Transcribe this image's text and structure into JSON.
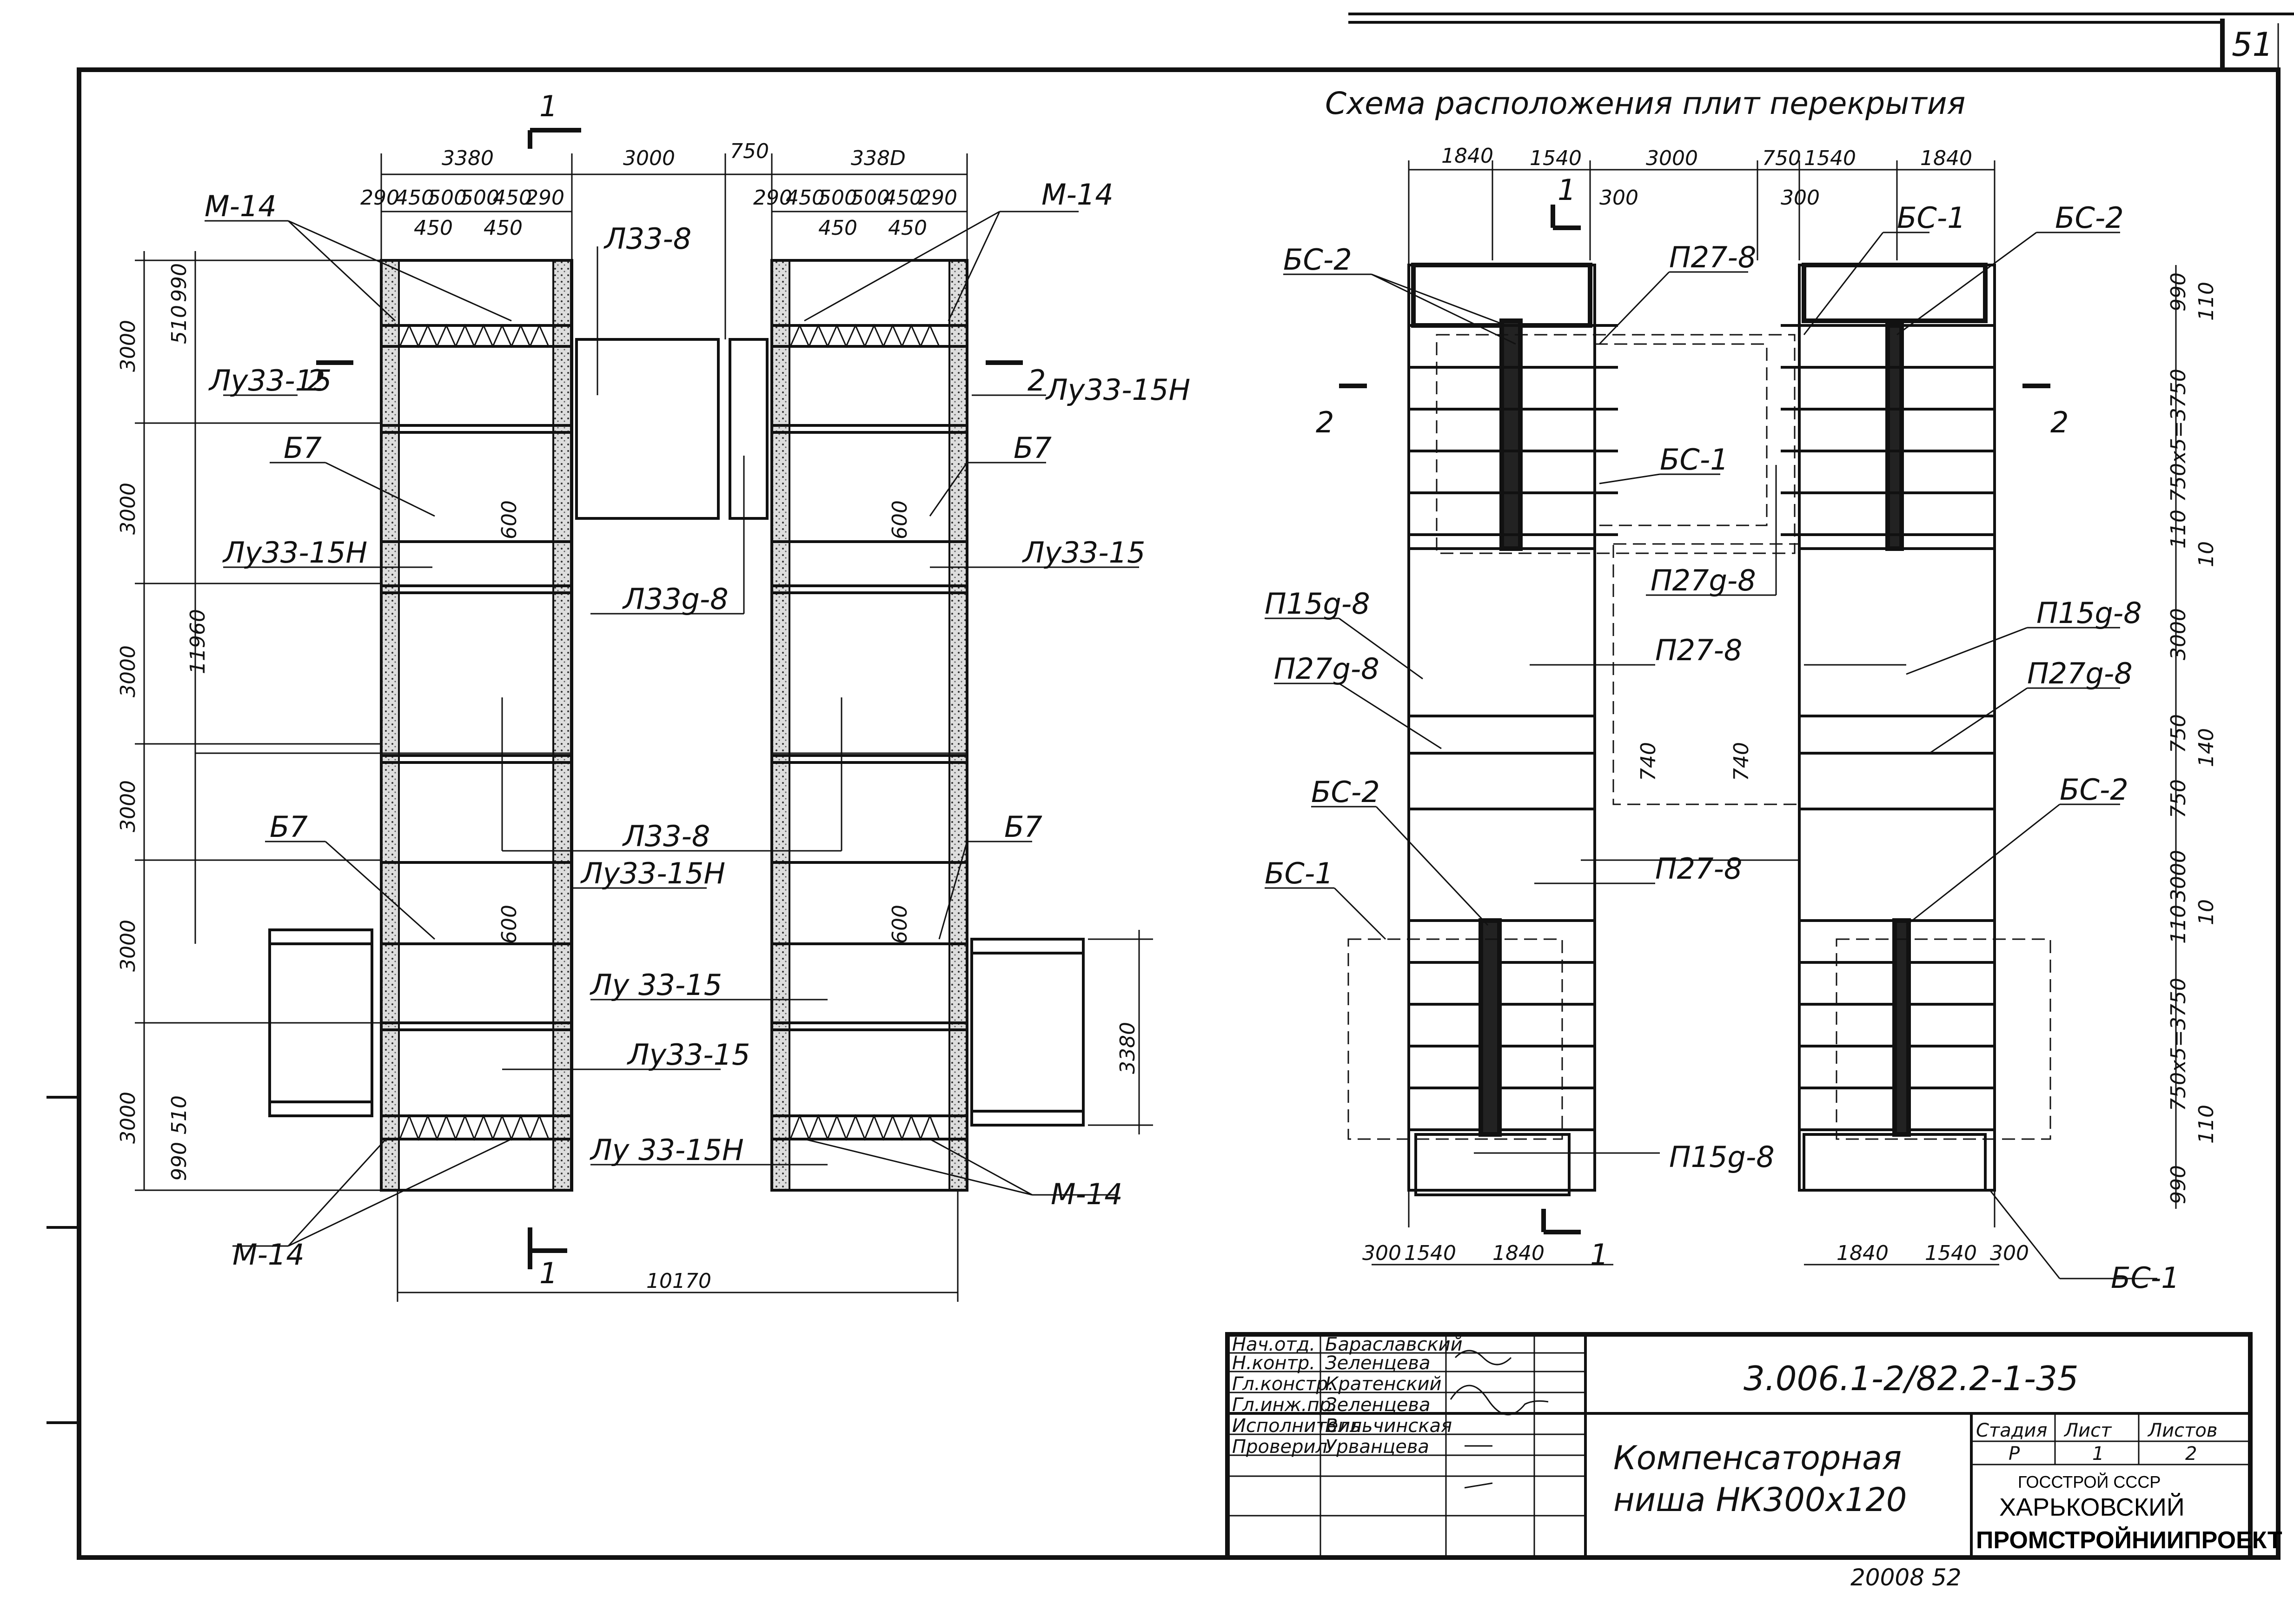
{
  "sheet_number": "51",
  "right_title": "Схема расположения плит перекрытия",
  "left_plan": {
    "top_dims": [
      "3380",
      "3000",
      "750",
      "338D"
    ],
    "sub_dims_left": [
      "290",
      "450",
      "500",
      "500",
      "450",
      "290"
    ],
    "sub_dims_left_2": [
      "450",
      "450"
    ],
    "sub_dims_right": [
      "290",
      "450",
      "500",
      "500",
      "450",
      "290"
    ],
    "sub_dims_right_2": [
      "450",
      "450"
    ],
    "vertical_dims": [
      "3000",
      "3000",
      "3000",
      "3000",
      "3000",
      "3000"
    ],
    "vertical_small": [
      "990",
      "510",
      "510",
      "990"
    ],
    "overall_height": "11960",
    "bottom_dim": "10170",
    "side_dim": "3380",
    "local_600": [
      "600",
      "600",
      "600",
      "600"
    ],
    "section_1": "1",
    "section_2": "2",
    "labels": {
      "m14_tl": "М-14",
      "m14_tr": "М-14",
      "m14_bl": "М-14",
      "m14_br": "М-14",
      "lu33_15_l1": "Лу33-15",
      "lu33_15n_r1": "Лу33-15Н",
      "b7_l1": "Б7",
      "b7_r1": "Б7",
      "lu33_15n_l2": "Лу33-15Н",
      "lu33_15_r2": "Лу33-15",
      "l33_8_top": "Л33-8",
      "l33d_8": "Л33g-8",
      "l33_8_mid": "Л33-8",
      "b7_l2": "Б7",
      "b7_r2": "Б7",
      "lu33_15n_mid": "Лу33-15Н",
      "lu33_15_mid1": "Лу 33-15",
      "lu33_15_mid2": "Лу33-15",
      "lu33_15n_bot": "Лу 33-15Н"
    }
  },
  "right_plan": {
    "top_dims": [
      "1840",
      "1540",
      "3000",
      "750",
      "1540",
      "1840"
    ],
    "top_300": [
      "300",
      "300"
    ],
    "bottom_dims_left": [
      "300",
      "1540",
      "1840"
    ],
    "bottom_dims_right": [
      "1840",
      "1540",
      "300"
    ],
    "right_vertical": [
      "990",
      "110",
      "750х5=3750",
      "110",
      "10",
      "3000",
      "750",
      "140",
      "750",
      "3000",
      "10",
      "110",
      "750х5=3750",
      "110",
      "990"
    ],
    "local_740": [
      "740",
      "740"
    ],
    "section_1": "1",
    "section_2": "2",
    "labels": {
      "bs2_tl": "БС-2",
      "p27_8_top": "П27-8",
      "bs1_top": "БС-1",
      "bs2_tr": "БС-2",
      "bs1_mid": "БС-1",
      "p27d_8_top": "П27g-8",
      "p15d_8_l": "П15g-8",
      "p15d_8_r": "П15g-8",
      "p27d_8_l": "П27g-8",
      "p27_8_mid": "П27-8",
      "p27d_8_r": "П27g-8",
      "bs2_l2": "БС-2",
      "bs2_r2": "БС-2",
      "bs1_l2": "БС-1",
      "p27_8_low": "П27-8",
      "p15d_8_bot": "П15g-8",
      "bs1_br": "БС-1"
    }
  },
  "title_block": {
    "doc_code": "3.006.1-2/82.2-1-35",
    "title_line1": "Компенсаторная",
    "title_line2": "ниша НК300х120",
    "stage_h": "Стадия",
    "sheet_h": "Лист",
    "sheets_h": "Листов",
    "stage": "Р",
    "sheet": "1",
    "sheets": "2",
    "org1": "ГОССТРОЙ СССР",
    "org2": "ХАРЬКОВСКИЙ",
    "org3": "ПРОМСТРОЙНИИПРОЕКТ",
    "roles": [
      "Нач.отд.",
      "Н.контр.",
      "Гл.констр.",
      "Гл.инж.пр.",
      "Исполнитель",
      "Проверил"
    ],
    "names": [
      "Бараславский",
      "Зеленцева",
      "Кратенский",
      "Зеленцева",
      "Вильчинская",
      "Урванцева"
    ]
  },
  "footer_stamp": "20008 52"
}
